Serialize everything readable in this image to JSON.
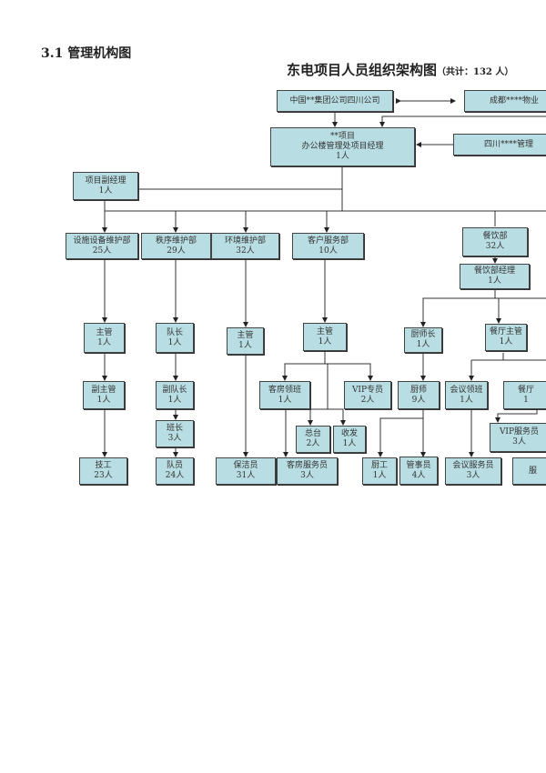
{
  "section_heading": "3.1 管理机构图",
  "chart_title": "东电项目人员组织架构图",
  "chart_total": "（共计：132 人）",
  "colors": {
    "box_fill": "#b8dde3",
    "border": "#444444"
  },
  "boxes": {
    "group": {
      "l1": "中国**集团公司四川公司"
    },
    "chengdu": {
      "l1": "成都****物业"
    },
    "pm": {
      "l0": "**项目",
      "l1": "办公楼管理处项目经理",
      "l2": "1人"
    },
    "sichuan": {
      "l1": "四川****管理"
    },
    "dpm": {
      "l1": "项目副经理",
      "l2": "1人"
    },
    "facility": {
      "l1": "设施设备维护部",
      "l2": "25人"
    },
    "order": {
      "l1": "秩序维护部",
      "l2": "29人"
    },
    "env": {
      "l1": "环境维护部",
      "l2": "32人"
    },
    "cs": {
      "l1": "客户服务部",
      "l2": "10人"
    },
    "catering": {
      "l1": "餐饮部",
      "l2": "32人"
    },
    "cat_mgr": {
      "l1": "餐饮部经理",
      "l2": "1人"
    },
    "fac_sup": {
      "l1": "主管",
      "l2": "1人"
    },
    "captain": {
      "l1": "队长",
      "l2": "1人"
    },
    "env_sup": {
      "l1": "主管",
      "l2": "1人"
    },
    "cs_sup": {
      "l1": "主管",
      "l2": "1人"
    },
    "head_chef": {
      "l1": "厨师长",
      "l2": "1人"
    },
    "rest_sup": {
      "l1": "餐厅主管",
      "l2": "1人"
    },
    "fac_dep": {
      "l1": "副主管",
      "l2": "1人"
    },
    "vice_captain": {
      "l1": "副队长",
      "l2": "1人"
    },
    "room_lead": {
      "l1": "客房领班",
      "l2": "1人"
    },
    "vip": {
      "l1": "VIP专员",
      "l2": "2人"
    },
    "chef": {
      "l1": "厨师",
      "l2": "9人"
    },
    "conf_lead": {
      "l1": "会议领班",
      "l2": "1人"
    },
    "rest_lead": {
      "l1": "餐厅",
      "l2": "1"
    },
    "squad": {
      "l1": "班长",
      "l2": "3人"
    },
    "desk": {
      "l1": "总台",
      "l2": "2人"
    },
    "mail": {
      "l1": "收发",
      "l2": "1人"
    },
    "vip_srv": {
      "l1": "VIP服务员",
      "l2": "3人"
    },
    "tech": {
      "l1": "技工",
      "l2": "23人"
    },
    "guard": {
      "l1": "队员",
      "l2": "24人"
    },
    "cleaner": {
      "l1": "保洁员",
      "l2": "31人"
    },
    "room_srv": {
      "l1": "客房服务员",
      "l2": "3人"
    },
    "cook": {
      "l1": "厨工",
      "l2": "1人"
    },
    "steward": {
      "l1": "管事员",
      "l2": "4人"
    },
    "conf_srv": {
      "l1": "会议服务员",
      "l2": "3人"
    },
    "srv": {
      "l1": "服"
    }
  }
}
